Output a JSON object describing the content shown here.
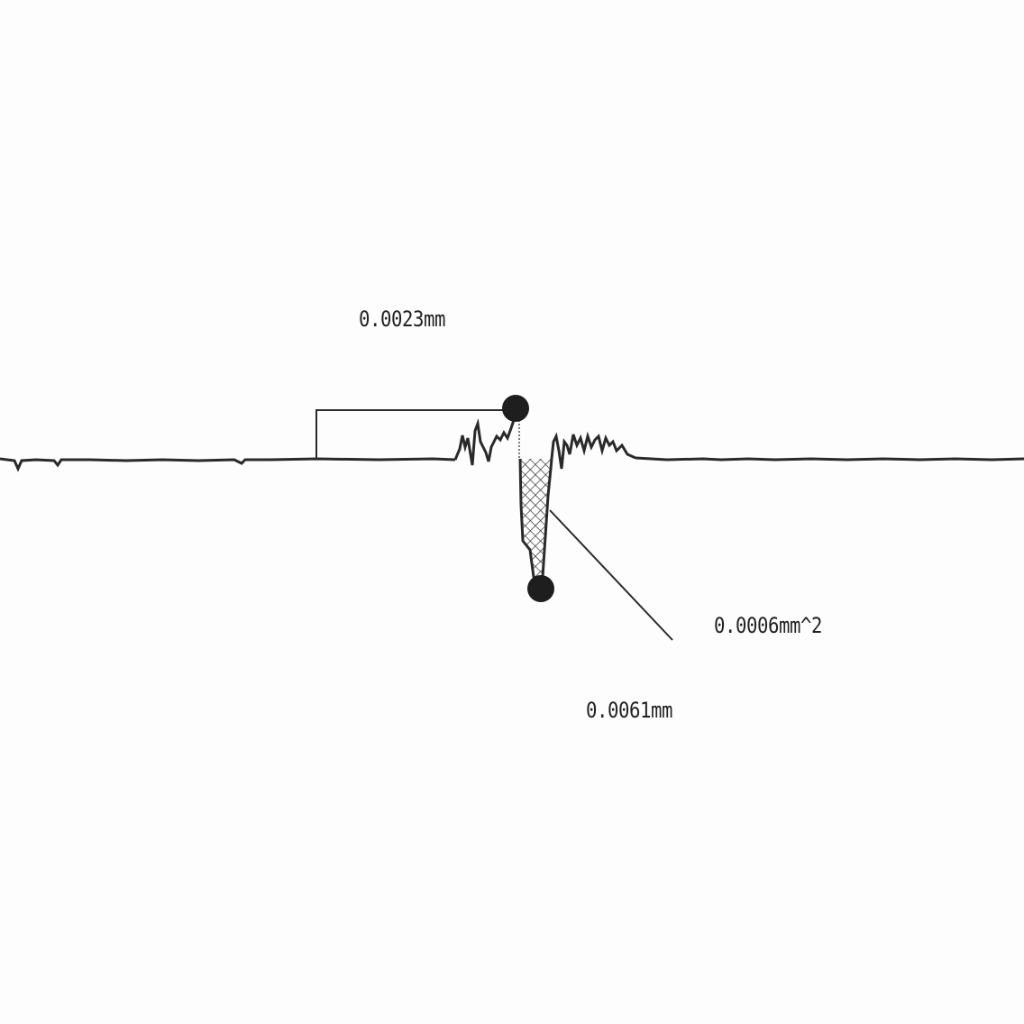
{
  "measurements": {
    "height_value": "0.0023mm",
    "area_value": "0.0006mm^2",
    "depth_value": "0.0061mm"
  },
  "colors": {
    "line": "#2a2a2a",
    "background": "#fdfdfd"
  }
}
